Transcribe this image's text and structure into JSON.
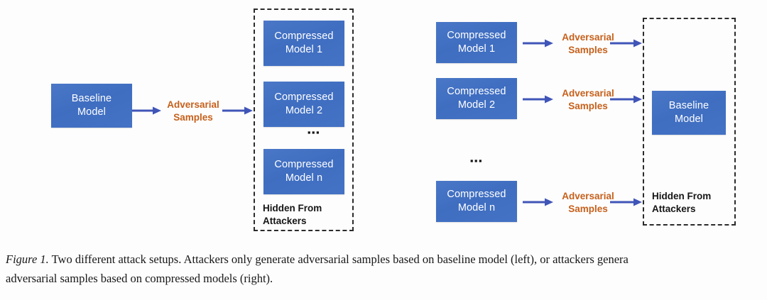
{
  "figure": {
    "caption_label": "Figure 1.",
    "caption_text": " Two different attack setups. Attackers only generate adversarial samples based on baseline model (left), or attackers genera",
    "caption_line2": "adversarial samples based on compressed models (right)."
  },
  "colors": {
    "model_box_blue": "#4472C4",
    "adversarial_orange": "#C6601B",
    "arrow_blue": "#4055B8",
    "dashed_border": "#2B2B2B",
    "background": "#FDFDFD"
  },
  "left_panel": {
    "source_box": {
      "line1": "Baseline",
      "line2": "Model"
    },
    "adversarial_label": {
      "line1": "Adversarial",
      "line2": "Samples"
    },
    "hidden_label": {
      "line1": "Hidden From",
      "line2": "Attackers"
    },
    "ellipsis": "▪▪▪",
    "targets": [
      {
        "line1": "Compressed",
        "line2": "Model 1"
      },
      {
        "line1": "Compressed",
        "line2": "Model 2"
      },
      {
        "line1": "Compressed",
        "line2": "Model n"
      }
    ]
  },
  "right_panel": {
    "sources": [
      {
        "line1": "Compressed",
        "line2": "Model 1"
      },
      {
        "line1": "Compressed",
        "line2": "Model 2"
      },
      {
        "line1": "Compressed",
        "line2": "Model n"
      }
    ],
    "adversarial_labels": [
      {
        "line1": "Adversarial",
        "line2": "Samples"
      },
      {
        "line1": "Adversarial",
        "line2": "Samples"
      },
      {
        "line1": "Adversarial",
        "line2": "Samples"
      }
    ],
    "target_box": {
      "line1": "Baseline",
      "line2": "Model"
    },
    "hidden_label": {
      "line1": "Hidden From",
      "line2": "Attackers"
    },
    "ellipsis": "▪▪▪"
  }
}
